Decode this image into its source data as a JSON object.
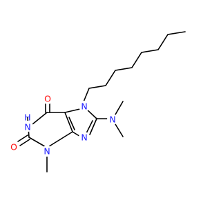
{
  "molecule": {
    "colors": {
      "carbon_bond": "#000000",
      "nitrogen": "#1a1aff",
      "oxygen": "#ff0d0d"
    },
    "atoms": {
      "n1": {
        "label": "N",
        "element": "N"
      },
      "h1": {
        "label": "H",
        "element": "N"
      },
      "n3": {
        "label": "N",
        "element": "N"
      },
      "n7": {
        "label": "N",
        "element": "N"
      },
      "n9": {
        "label": "N",
        "element": "N"
      },
      "nme2": {
        "label": "N",
        "element": "N"
      },
      "o2": {
        "label": "O",
        "element": "O"
      },
      "o6": {
        "label": "O",
        "element": "O"
      }
    }
  }
}
